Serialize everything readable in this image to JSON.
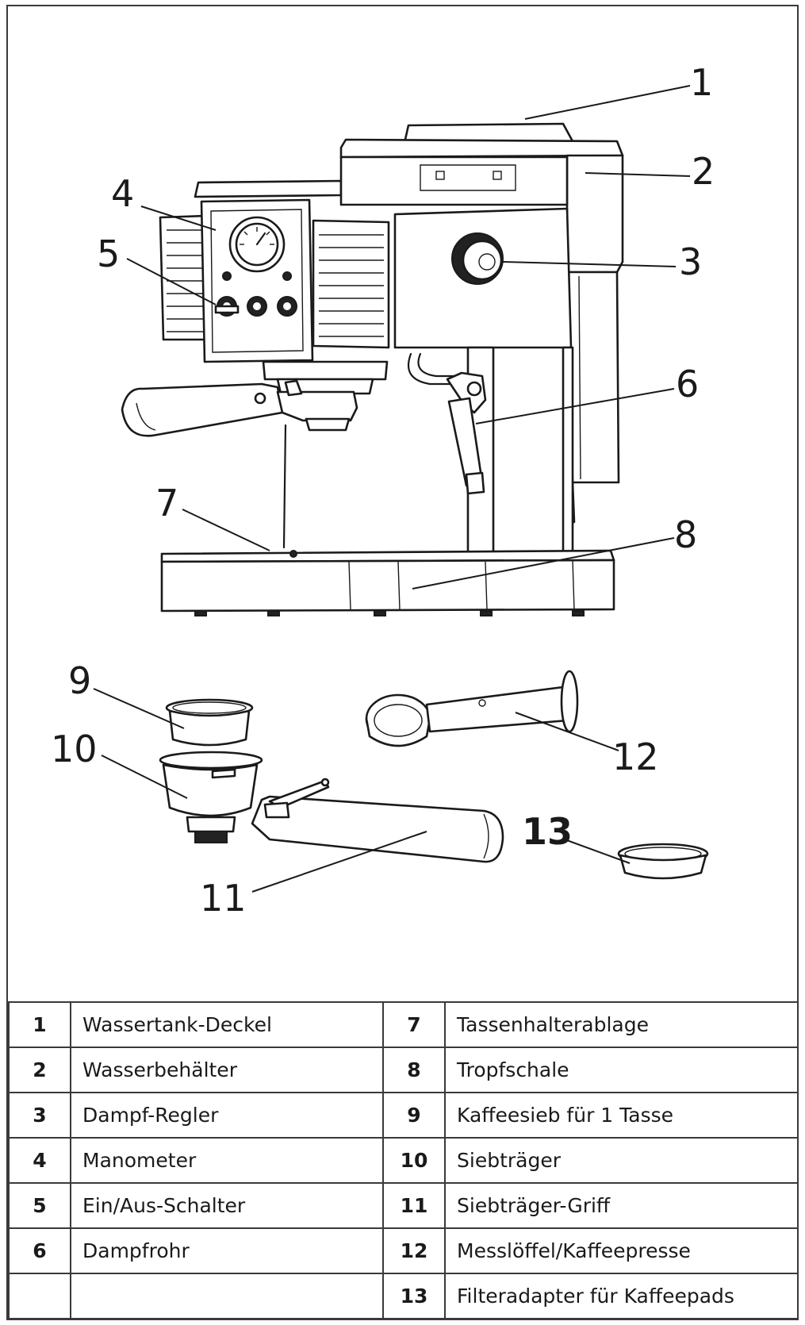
{
  "callouts": [
    {
      "num": "1"
    },
    {
      "num": "2"
    },
    {
      "num": "3"
    },
    {
      "num": "4"
    },
    {
      "num": "5"
    },
    {
      "num": "6"
    },
    {
      "num": "7"
    },
    {
      "num": "8"
    },
    {
      "num": "9"
    },
    {
      "num": "10"
    },
    {
      "num": "11"
    },
    {
      "num": "12"
    },
    {
      "num": "13"
    }
  ],
  "legend": {
    "rows": [
      {
        "left_num": "1",
        "left_label": "Wassertank-Deckel",
        "right_num": "7",
        "right_label": "Tassenhalterablage"
      },
      {
        "left_num": "2",
        "left_label": "Wasserbehälter",
        "right_num": "8",
        "right_label": "Tropfschale"
      },
      {
        "left_num": "3",
        "left_label": "Dampf-Regler",
        "right_num": "9",
        "right_label": "Kaffeesieb für 1 Tasse"
      },
      {
        "left_num": "4",
        "left_label": "Manometer",
        "right_num": "10",
        "right_label": "Siebträger"
      },
      {
        "left_num": "5",
        "left_label": "Ein/Aus-Schalter",
        "right_num": "11",
        "right_label": "Siebträger-Griff"
      },
      {
        "left_num": "6",
        "left_label": "Dampfrohr",
        "right_num": "12",
        "right_label": "Messlöffel/Kaffeepresse"
      },
      {
        "left_num": "",
        "left_label": "",
        "right_num": "13",
        "right_label": "Filteradapter für Kaffeepads"
      }
    ]
  }
}
